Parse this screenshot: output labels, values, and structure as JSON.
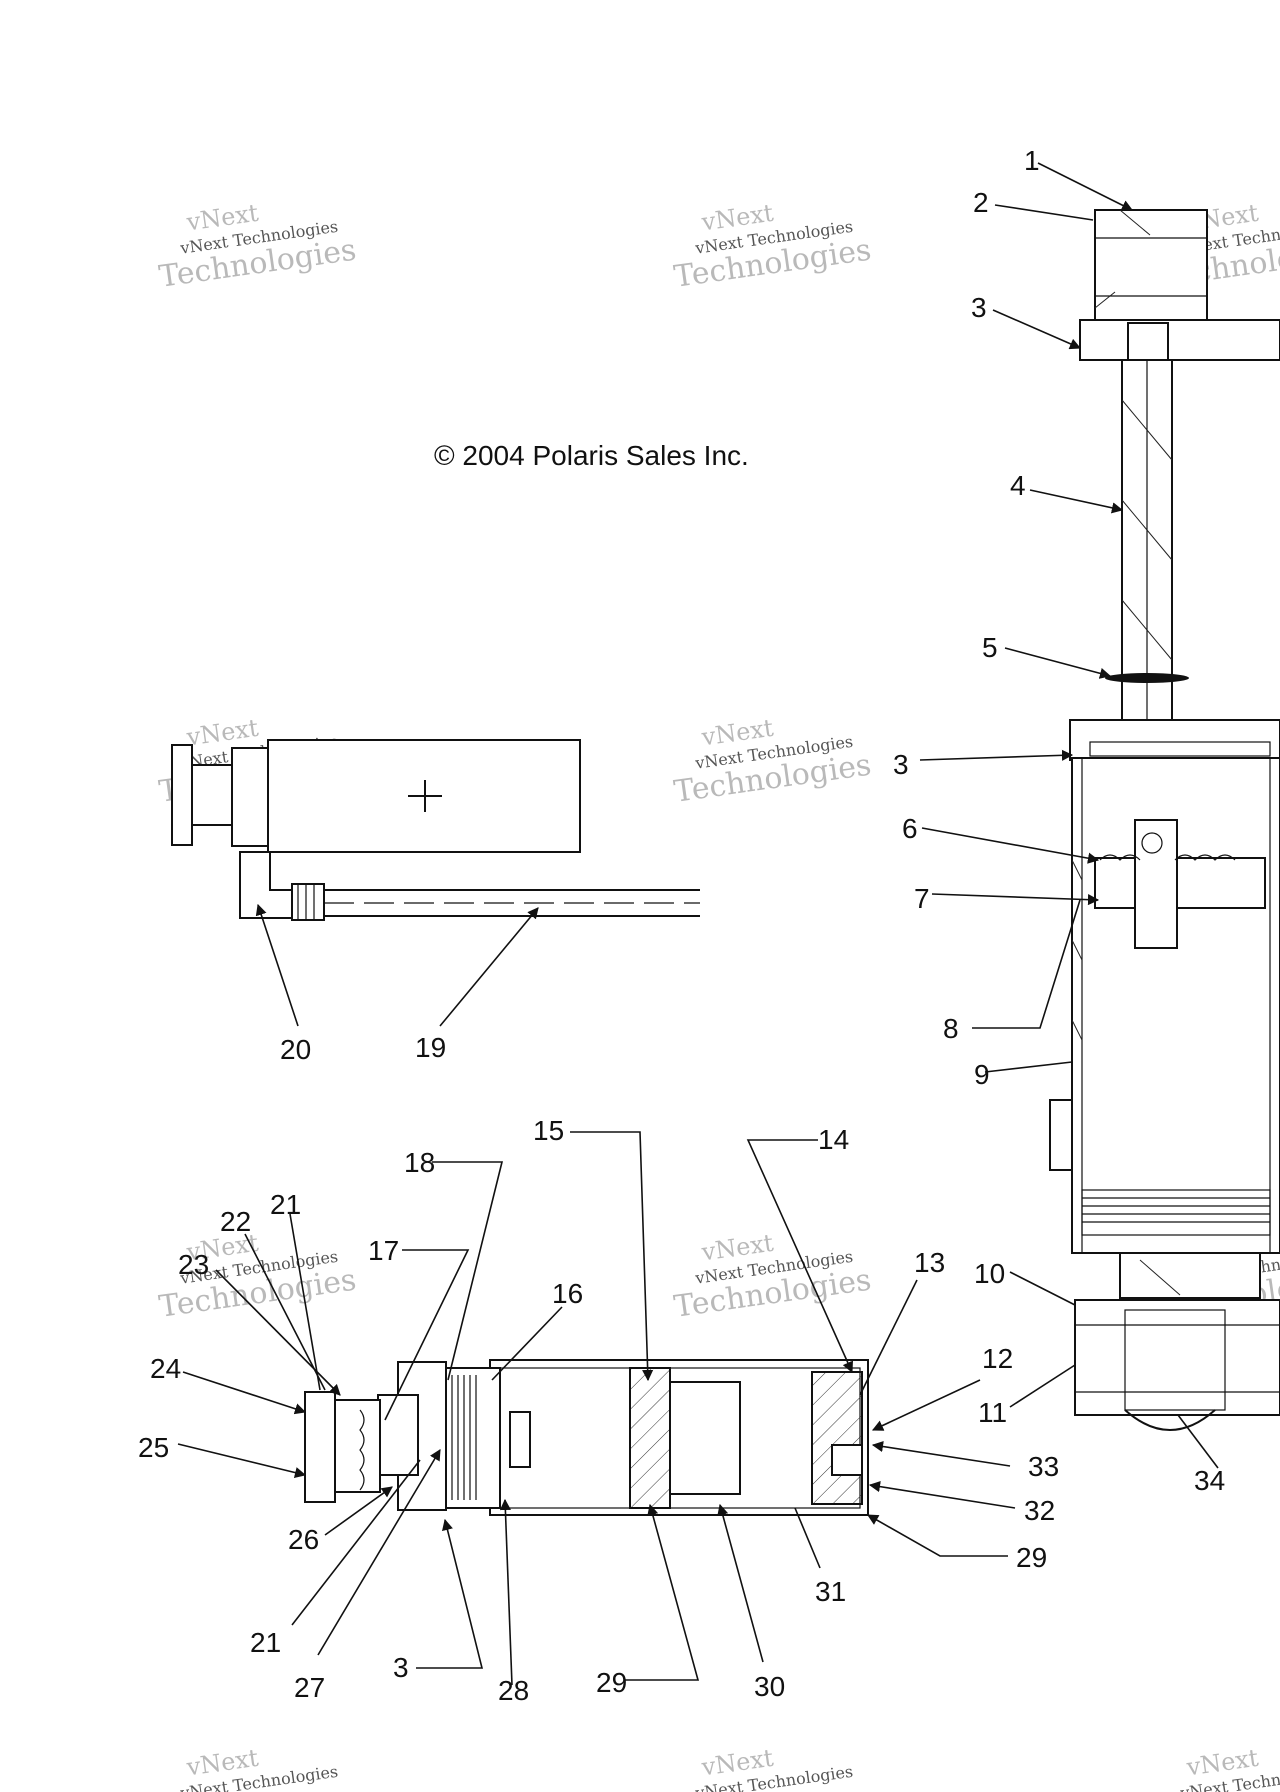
{
  "copyright": "© 2004 Polaris Sales Inc.",
  "watermark": {
    "line1": "vNext Technologies",
    "line2": "Technologies",
    "logo": "vNext"
  },
  "callouts": {
    "c1": "1",
    "c2": "2",
    "c3a": "3",
    "c3b": "3",
    "c3c": "3",
    "c4": "4",
    "c5": "5",
    "c6": "6",
    "c7": "7",
    "c8": "8",
    "c9": "9",
    "c10": "10",
    "c11": "11",
    "c12": "12",
    "c13": "13",
    "c14": "14",
    "c15": "15",
    "c16": "16",
    "c17": "17",
    "c18": "18",
    "c19": "19",
    "c20": "20",
    "c21a": "21",
    "c21b": "21",
    "c22": "22",
    "c23": "23",
    "c24": "24",
    "c25": "25",
    "c26": "26",
    "c27": "27",
    "c28": "28",
    "c29a": "29",
    "c29b": "29",
    "c30": "30",
    "c31": "31",
    "c32": "32",
    "c33": "33",
    "c34": "34"
  },
  "colors": {
    "line": "#111111",
    "watermark": "#b9b9b9",
    "background": "#ffffff"
  }
}
